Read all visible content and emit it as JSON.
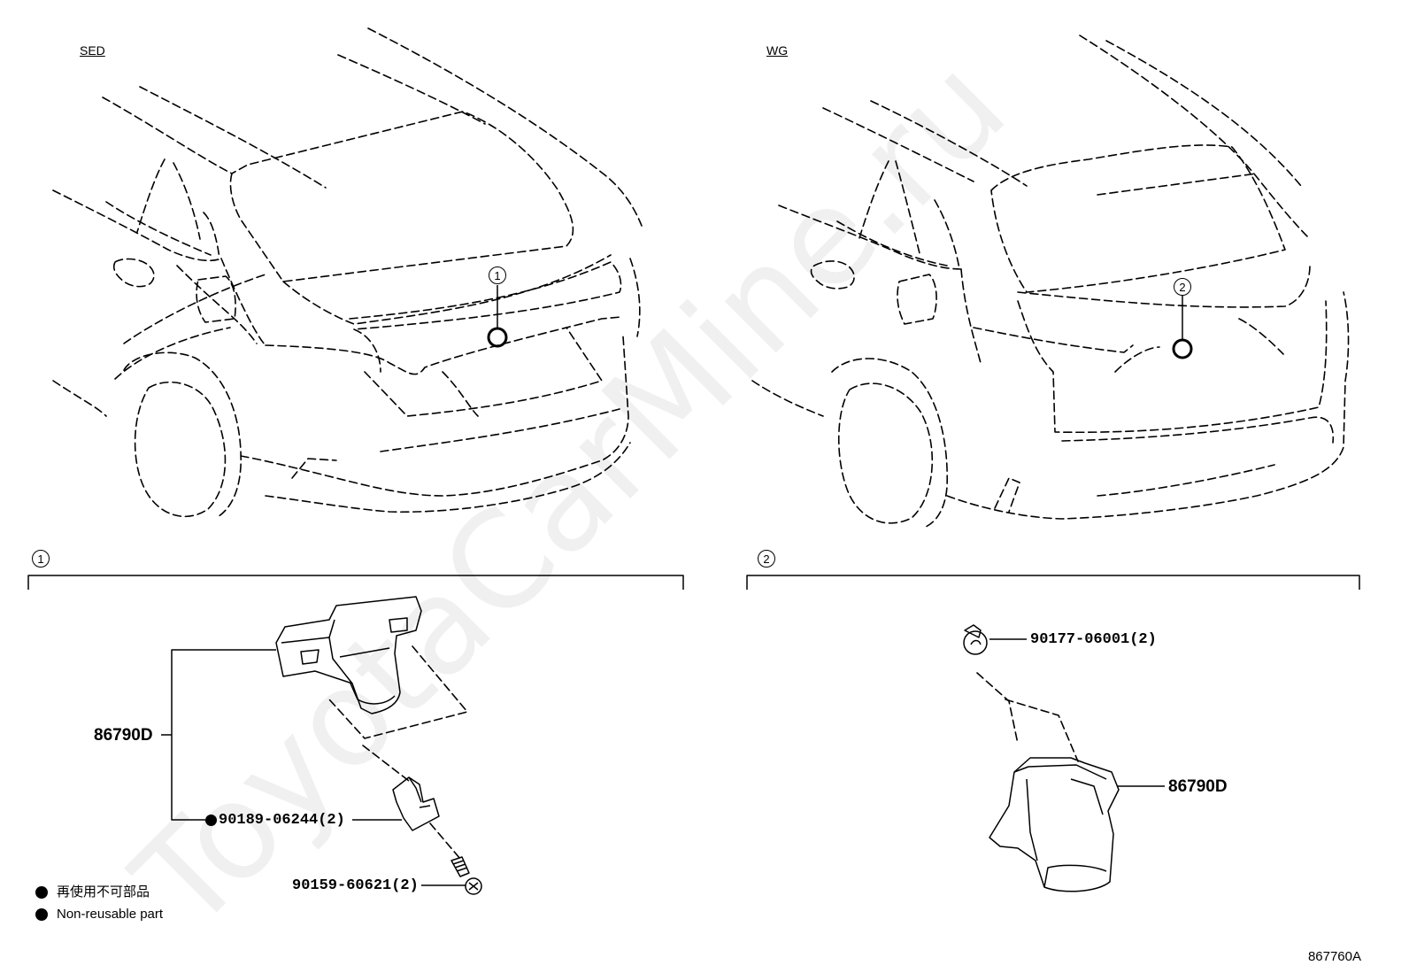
{
  "variants": {
    "sedan": "SED",
    "wagon": "WG"
  },
  "callouts": {
    "one": "1",
    "two": "2"
  },
  "sections": {
    "one": "1",
    "two": "2"
  },
  "parts": {
    "sed_camera": "86790D",
    "sed_clip": "90189-06244(2)",
    "sed_screw": "90159-60621(2)",
    "wg_clip": "90177-06001(2)",
    "wg_camera": "86790D"
  },
  "legend": {
    "japanese": "再使用不可部品",
    "english": "Non-reusable part"
  },
  "illustration_code": "867760A",
  "watermark": "ToyotaCarMine.ru",
  "colors": {
    "line": "#000000",
    "background": "#ffffff",
    "watermark": "#eeeeee"
  }
}
